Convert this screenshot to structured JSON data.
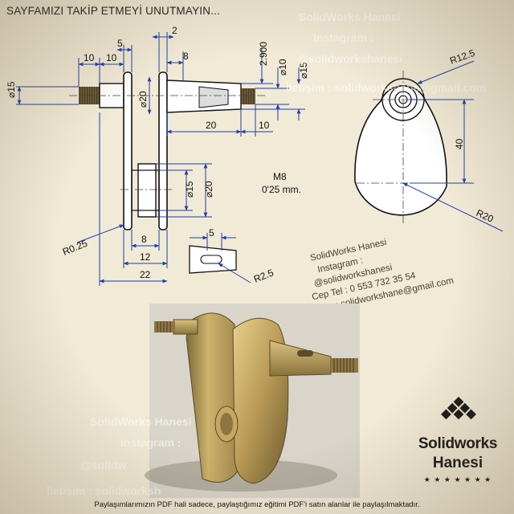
{
  "header": {
    "text": "SAYFAMIZI TAKİP ETMEYİ UNUTMAYIN..."
  },
  "front_view": {
    "dims": {
      "d15": "⌀15",
      "w10a": "10",
      "w10b": "10",
      "w5": "5",
      "w2": "2",
      "w8": "8",
      "d20_upper": "⌀20",
      "v2900": "2.900",
      "d10": "⌀10",
      "d15_right": "⌀15",
      "w20": "20",
      "w10c": "10",
      "d15_lower": "⌀15",
      "d20_lower": "⌀20",
      "w8_bottom": "8",
      "w12": "12",
      "w22": "22",
      "r025": "R0.25"
    },
    "thread_note": {
      "line1": "M8",
      "line2": "0'25 mm."
    }
  },
  "detail_view": {
    "w5": "5",
    "r25": "R2.5"
  },
  "side_view": {
    "r125": "R12.5",
    "h40": "40",
    "r20": "R20"
  },
  "watermark": {
    "lines": [
      "SolidWorks Hanesi",
      "Instagram :",
      "@solidworkshanesi",
      "Cep Tel : 0 553 732 35 54",
      "İletişim : solidworkshane@gmail.com"
    ],
    "faint_top": {
      "line1": "SolidWorks Hanesi",
      "line2": "Instagram :",
      "line3": "@solidworkshanesi",
      "line4": "İletişim : solidworkshane@gmail.com"
    },
    "faint_bottom": {
      "line1": "SolidWorks Hanesi",
      "line2": "Instagram :",
      "line3": "@solidw",
      "line4": "İletişim : solidworksh"
    }
  },
  "logo": {
    "title": "Solidworks",
    "subtitle": "Hanesi",
    "stars": "★ ★ ★ ★ ★ ★ ★"
  },
  "footer": {
    "text": "Paylaşımlarımızın PDF hali sadece, paylaştığımız eğitimi PDF'i satın alanlar ile paylaşılmaktadır."
  },
  "colors": {
    "background": "#f1ead6",
    "dimension_line": "#1f3fa8",
    "metal_gold": "#b99a56",
    "render_bg": "#d6d1c6"
  }
}
